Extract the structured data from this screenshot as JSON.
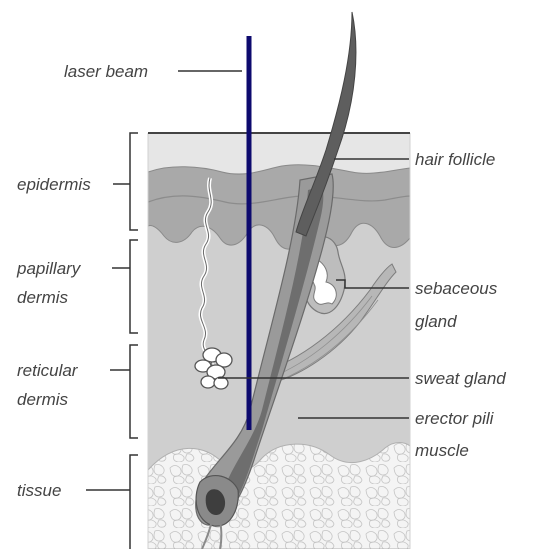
{
  "labels": {
    "laser_beam": "laser beam",
    "epidermis": "epidermis",
    "papillary_dermis_line1": "papillary",
    "papillary_dermis_line2": "dermis",
    "reticular_dermis_line1": "reticular",
    "reticular_dermis_line2": "dermis",
    "tissue": "tissue",
    "hair_follicle": "hair follicle",
    "sebaceous_gland_line1": "sebaceous",
    "sebaceous_gland_line2": "gland",
    "sweat_gland": "sweat gland",
    "erector_pili_line1": "erector pili",
    "erector_pili_line2": "muscle"
  },
  "colors": {
    "laser_beam": "#0d0a6e",
    "skin_surface": "#e8e8e8",
    "epidermis_band": "#a8a8a8",
    "dermis": "#cfcfcf",
    "tissue": "#f2f2f2",
    "hair": "#5a5a5a",
    "label_text": "#444444",
    "leader_lines": "#333333"
  }
}
